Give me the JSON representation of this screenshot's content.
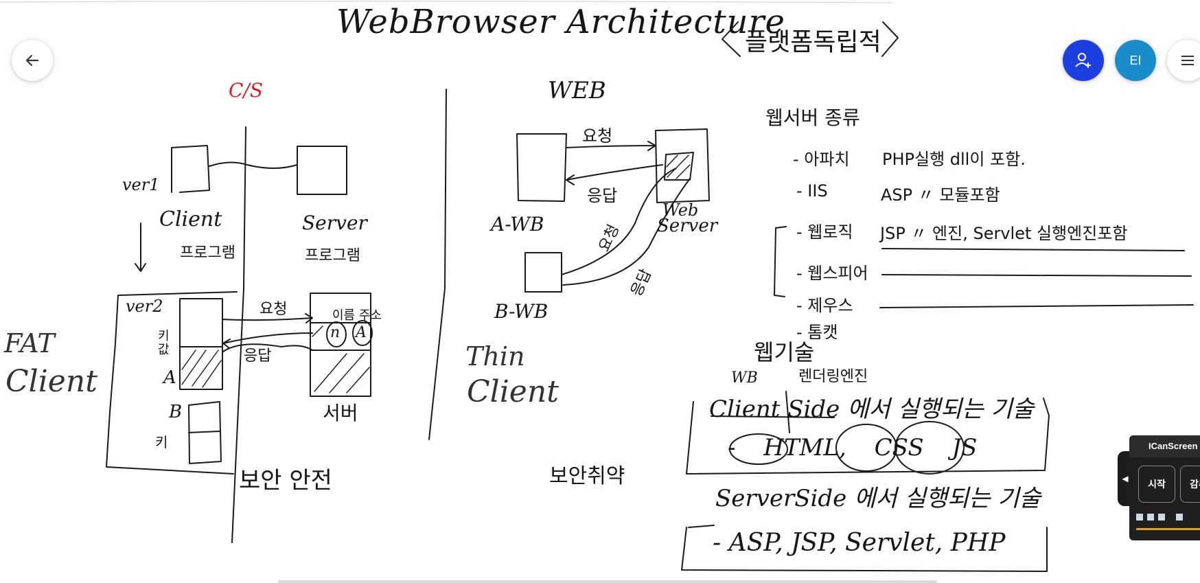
{
  "title": "WebBrowser Architecture",
  "platform_note": "플랫폼독립적",
  "cs": {
    "heading": "C/S",
    "ver1": "ver1",
    "client": "Client",
    "client_sub": "프로그램",
    "server": "Server",
    "server_sub": "프로그램",
    "ver2": "ver2",
    "req": "요청",
    "res": "응답",
    "id_pw": "이름 주소",
    "n": "n",
    "a": "A",
    "key_value": "키 값",
    "row_a": "A",
    "row_b": "B",
    "key": "키",
    "server_kr": "서버",
    "fat": "FAT",
    "fat_client": "Client",
    "secure": "보안 안전"
  },
  "web": {
    "heading": "WEB",
    "req1": "요청",
    "res1": "응답",
    "a_wb": "A-WB",
    "web_server_1": "Web",
    "web_server_2": "Server",
    "req2": "요청",
    "res2": "응답",
    "b_wb": "B-WB",
    "thin": "Thin",
    "thin_client": "Client",
    "insecure": "보안취약"
  },
  "servers": {
    "heading": "웹서버 종류",
    "rows": [
      {
        "name": "- 아파치",
        "desc": "PHP실행 dll이 포함."
      },
      {
        "name": "- IIS",
        "desc": "ASP  〃  모듈포함"
      },
      {
        "name": "- 웹로직",
        "desc": "JSP  〃  엔진, Servlet 실행엔진포함"
      },
      {
        "name": "- 웹스피어",
        "desc": ""
      },
      {
        "name": "- 제우스",
        "desc": ""
      },
      {
        "name": "- 톰캣",
        "desc": ""
      }
    ]
  },
  "tech": {
    "heading": "웹기술",
    "wb": "WB",
    "render": "렌더링엔진",
    "client_side": "Client Side 에서 실행되는 기술",
    "client_items": "- HTML, CSS  JS",
    "server_side": "ServerSide 에서 실행되는 기술",
    "server_items": "- ASP, JSP, Servlet, PHP"
  },
  "toolbar": {
    "back_icon": "arrow-left",
    "invite_icon": "person-add",
    "avatar": "EI",
    "menu_icon": "hamburger"
  },
  "widget": {
    "title": "ICanScreen",
    "start": "시작",
    "pause": "감추",
    "collapse": "◀"
  },
  "colors": {
    "accent_blue": "#1e3fe0",
    "avatar_blue": "#1a8ccc",
    "ink_red": "#d21f26"
  }
}
